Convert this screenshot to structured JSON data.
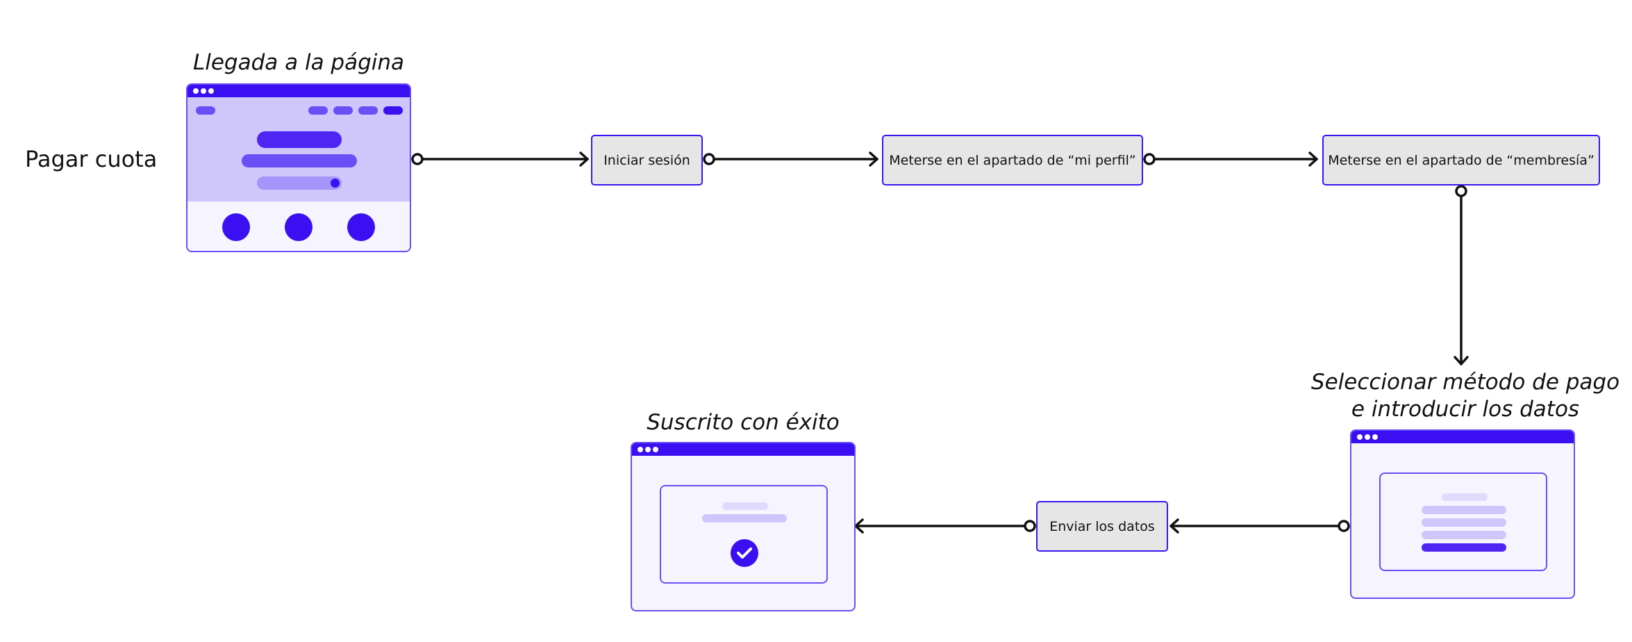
{
  "flow": {
    "label": "Pagar cuota"
  },
  "stages": {
    "landing": "Llegada a la página",
    "payment_line1": "Seleccionar método de pago",
    "payment_line2": "e introducir los datos",
    "success": "Suscrito con éxito"
  },
  "steps": {
    "login": "Iniciar sesión",
    "profile": "Meterse en el apartado de “mi perfil”",
    "membership": "Meterse en el apartado de “membresía”",
    "send": "Enviar los datos"
  },
  "colors": {
    "accent": "#3a0ff2",
    "border": "#3b14f0",
    "step_fill": "#e6e6e6",
    "connector": "#111111",
    "light_purple": "#cfc6fc"
  },
  "icons": {
    "success": "check-circle-icon"
  }
}
